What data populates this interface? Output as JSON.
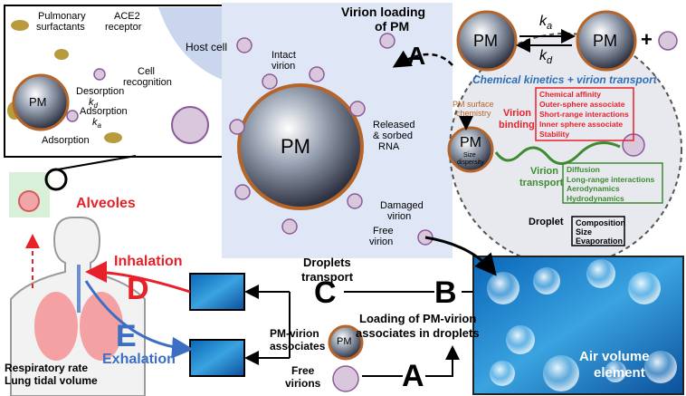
{
  "inset": {
    "pulmonary_surfactants": "Pulmonary",
    "pulmonary_surfactants_2": "surfactants",
    "ace2": "ACE2",
    "receptor": "receptor",
    "host_cell": "Host cell",
    "pm": "PM",
    "cell_recognition_1": "Cell",
    "cell_recognition_2": "recognition",
    "desorption": "Desorption",
    "kd": "k",
    "kd_sub": "d",
    "adsorption_inner": "Adsorption",
    "ka": "k",
    "ka_sub": "a",
    "adsorption_outer": "Adsorption"
  },
  "alveoles": "Alveoles",
  "virion_loading": {
    "title_1": "Virion loading",
    "title_2": "of PM",
    "label_a": "A",
    "intact_1": "Intact",
    "intact_2": "virion",
    "pm": "PM",
    "released_1": "Released",
    "released_2": "& sorbed",
    "released_3": "RNA",
    "damaged_1": "Damaged",
    "damaged_2": "virion",
    "free_1": "Free",
    "free_2": "virion"
  },
  "kinetics": {
    "pm_left": "PM",
    "pm_right": "PM",
    "ka": "k",
    "ka_sub": "a",
    "kd": "k",
    "kd_sub": "d",
    "plus": "+",
    "subtitle": "Chemical kinetics + virion transport",
    "surface_1": "PM surface",
    "surface_2": "chemistry",
    "binding_1": "Virion",
    "binding_2": "binding",
    "binding_items": [
      "Chemical affinity",
      "Outer-sphere associate",
      "Short-range interactions",
      "Inner sphere associate",
      "Stability"
    ],
    "pm_small": "PM",
    "size_1": "Size",
    "size_2": "dispersity",
    "transport_1": "Virion",
    "transport_2": "transport",
    "transport_items": [
      "Diffusion",
      "Long-range interactions",
      "Aerodynamics",
      "Hydrodynamics"
    ],
    "droplet": "Droplet",
    "droplet_items": [
      "Composition",
      "Size",
      "Evaporation"
    ]
  },
  "flow": {
    "inhalation": "Inhalation",
    "label_d": "D",
    "label_e": "E",
    "exhalation": "Exhalation",
    "respiratory_1": "Respiratory rate",
    "respiratory_2": "Lung tidal volume",
    "droplets_1": "Droplets",
    "droplets_2": "transport",
    "label_c": "C",
    "label_b": "B",
    "loading_1": "Loading of PM-virion",
    "loading_2": "associates in droplets",
    "assoc_1": "PM-virion",
    "assoc_2": "associates",
    "pm_assoc": "PM",
    "free_1": "Free",
    "free_2": "virions",
    "label_a": "A"
  },
  "air_volume": {
    "line_1": "Air volume",
    "line_2": "element"
  },
  "colors": {
    "red": "#e8202a",
    "blue": "#3a6fc4",
    "green": "#3d8b2f",
    "brown": "#b5652a",
    "kinetics_blue": "#2e6fb6"
  }
}
